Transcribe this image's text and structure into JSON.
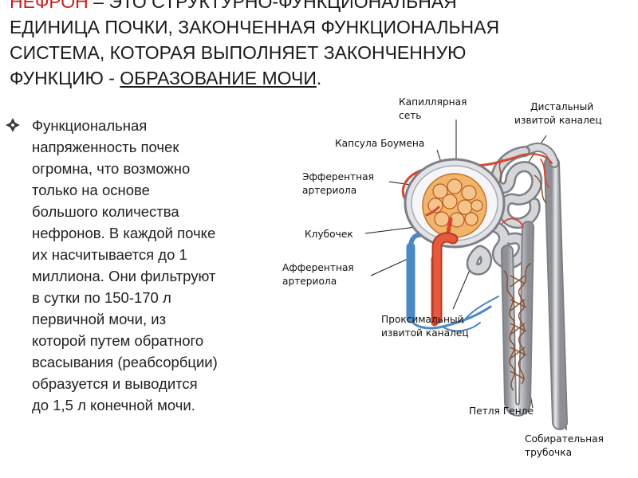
{
  "title": {
    "line1_red": "НЕФРОН",
    "line1_rest": " – ЭТО СТРУКТУРНО-ФУНКЦИОНАЛЬНАЯ",
    "line2": "ЕДИНИЦА ПОЧКИ, ЗАКОНЧЕННАЯ ФУНКЦИОНАЛЬНАЯ",
    "line3": "СИСТЕМА, КОТОРАЯ ВЫПОЛНЯЕТ ЗАКОНЧЕННУЮ",
    "line4_pre": "ФУНКЦИЮ - ",
    "line4_underlined": "ОБРАЗОВАНИЕ МОЧИ",
    "line4_post": "."
  },
  "body_lines": [
    "Функциональная",
    "напряженность почек",
    "огромна, что возможно",
    "только на основе",
    "большого количества",
    "нефронов. В каждой почке",
    "их насчитывается до 1",
    "миллиона. Они фильтруют",
    "в сутки по 150-170 л",
    "первичной мочи, из",
    "которой путем обратного",
    "всасывания (реабсорбции)",
    "образуется и выводится",
    "до 1,5 л конечной мочи."
  ],
  "labels": {
    "capillary_net": [
      "Капиллярная",
      "сеть"
    ],
    "distal_tubule": [
      "Дистальный",
      "извитой каналец"
    ],
    "bowman_capsule": "Капсула Боумена",
    "efferent_arteriole": [
      "Эфферентная",
      "артериола"
    ],
    "glomerulus": "Клубочек",
    "afferent_arteriole": [
      "Афферентная",
      "артериола"
    ],
    "proximal_tubule": [
      "Проксимальный",
      "извитой каналец"
    ],
    "loop_of_henle": "Петля Генле",
    "collecting_duct": [
      "Собирательная",
      "трубочка"
    ]
  },
  "icons": {
    "bullet": "diamond-bullet-icon"
  },
  "colors": {
    "title_red": "#c8201e",
    "artery_red": "#d8462e",
    "vein_blue": "#4a88c6",
    "tubule_gray": "#b6b8be",
    "glomerulus_orange": "#e8943a",
    "capillary_brown": "#8a4a2a"
  }
}
